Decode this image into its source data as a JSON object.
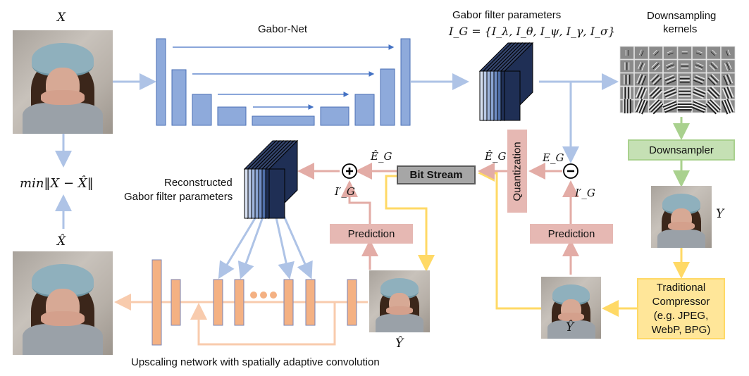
{
  "diagram": {
    "labels": {
      "input_image": "X",
      "gabor_net": "Gabor-Net",
      "gabor_params_title": "Gabor filter parameters",
      "gabor_params_formula": "I_G = {I_λ, I_θ, I_ψ, I_γ, I_σ}",
      "downsampling_kernels_line1": "Downsampling",
      "downsampling_kernels_line2": "kernels",
      "loss": "min‖X − X̂‖",
      "reconstructed_line1": "Reconstructed",
      "reconstructed_line2": "Gabor filter parameters",
      "output_image": "X̂",
      "decoded_lr_image": "Ŷ",
      "decoded_lr_image_right": "Ŷ",
      "lr_image": "Y",
      "upscaling_caption": "Upscaling network with spatially adaptive convolution",
      "e_hat_left": "Ê_G",
      "e_hat_right": "Ê_G",
      "e_g": "E_G",
      "i_prime_left": "I′_G",
      "i_prime_right": "I′_G",
      "plus_symbol": "+",
      "minus_symbol": "−",
      "ellipsis": "●●●"
    },
    "boxes": {
      "bit_stream": "Bit Stream",
      "quantization": "Quantization",
      "prediction_left": "Prediction",
      "prediction_right": "Prediction",
      "downsampler": "Downsampler",
      "traditional_compressor_line1": "Traditional",
      "traditional_compressor_line2": "Compressor",
      "traditional_compressor_line3": "(e.g. JPEG,",
      "traditional_compressor_line4": "WebP, BPG)"
    },
    "colors": {
      "blue_arrow": "#aec3e6",
      "blue_block": "#8eaadb",
      "blue_block_border": "#4a6fb5",
      "skip_arrow": "#4472c4",
      "pink": "#e6b8b3",
      "pink_arrow": "#e3aca6",
      "orange_block": "#f4b183",
      "orange_arrow": "#f8cbad",
      "green_box": "#c5e0b4",
      "green_border": "#a9d18e",
      "yellow_box": "#ffe699",
      "yellow_border": "#ffd966",
      "bitstream_fill": "#a6a6a6",
      "bitstream_border": "#595959",
      "navy": "#1f2f55"
    }
  }
}
